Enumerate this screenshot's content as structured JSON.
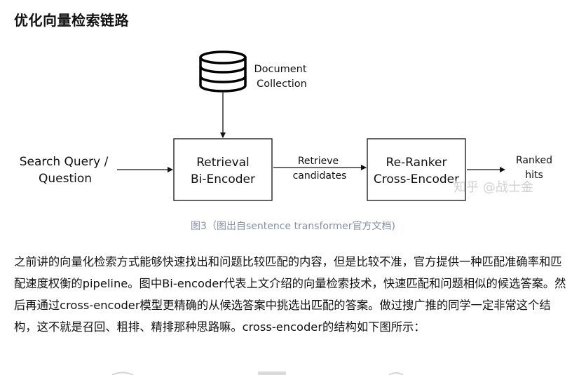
{
  "article": {
    "title": "优化向量检索链路"
  },
  "diagram": {
    "document_collection": [
      "Document",
      "Collection"
    ],
    "search_query": [
      "Search Query /",
      "Question"
    ],
    "retrieval": [
      "Retrieval",
      "Bi-Encoder"
    ],
    "edge_label": [
      "Retrieve",
      "candidates"
    ],
    "reranker": [
      "Re-Ranker",
      "Cross-Encoder"
    ],
    "ranked": [
      "Ranked",
      "hits"
    ],
    "watermark": "知乎 @战士金"
  },
  "caption": "图3（图出自sentence transformer官方文档)",
  "paragraph": "之前讲的向量化检索方式能够快速找出和问题比较匹配的内容，但是比较不准，官方提供一种匹配准确率和匹配速度权衡的pipeline。图中Bi-encoder代表上文介绍的向量检索技术，快速匹配和问题相似的候选答案。然后再通过cross-encoder模型更精确的从候选答案中挑选出匹配的答案。做过搜广推的同学一定非常这个结构，这不就是召回、粗排、精排那种思路嘛。cross-encoder的结构如下图所示："
}
